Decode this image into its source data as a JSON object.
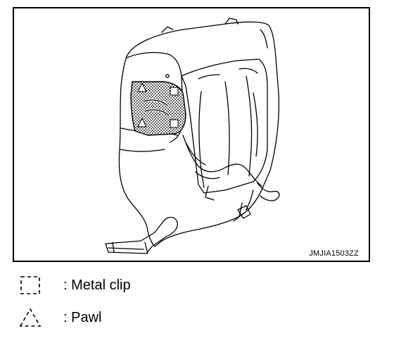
{
  "figure": {
    "id_label": "JMJIA1503ZZ",
    "subject": "seatback-rear-view"
  },
  "legend": [
    {
      "symbol": "dashed-square-icon",
      "text": ": Metal clip"
    },
    {
      "symbol": "dashed-triangle-icon",
      "text": ": Pawl"
    }
  ]
}
